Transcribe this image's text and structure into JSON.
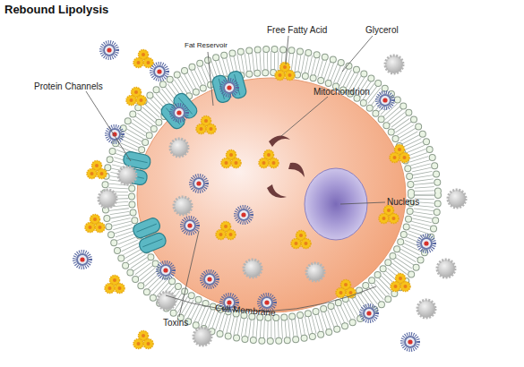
{
  "diagram": {
    "title": "Rebound Lipolysis",
    "labels": [
      "Fat Reservoir",
      "Free Fatty Acid",
      "Glycerol",
      "Mitochondrion",
      "Protein Channels",
      "Nucleus",
      "Cell Membrane",
      "Toxins"
    ]
  }
}
